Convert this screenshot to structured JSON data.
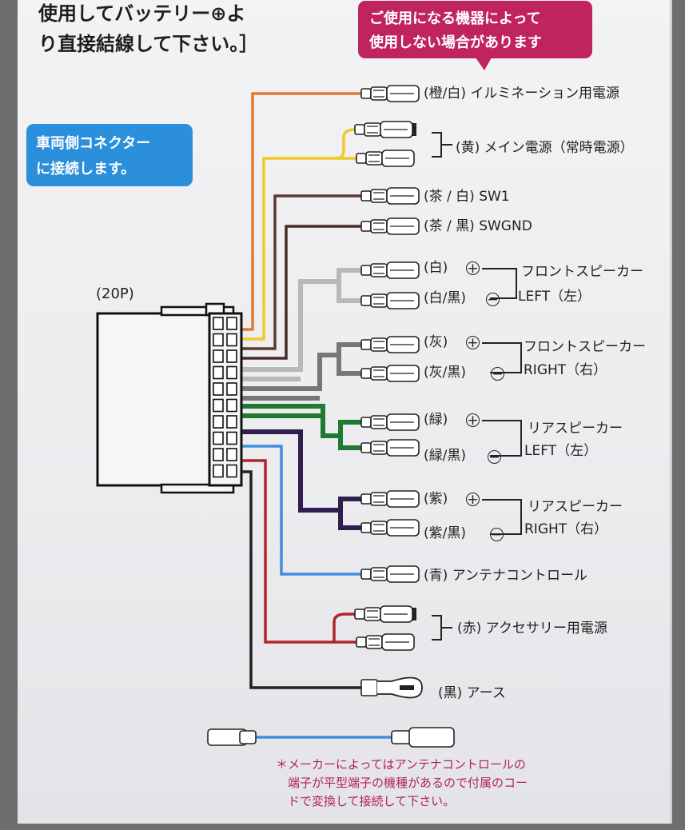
{
  "header": {
    "line1": "使用してバッテリー⊕よ",
    "line2": "り直接結線して下さい。］"
  },
  "callout_pink": {
    "line1": "ご使用になる機器によって",
    "line2": "使用しない場合があります",
    "color": "#c0245e"
  },
  "callout_blue": {
    "line1": "車両側コネクター",
    "line2": "に接続します。",
    "color": "#2b8fdc"
  },
  "connector_label": "(20P)",
  "wires": [
    {
      "id": "illumination",
      "label": "(橙/白) イルミネーション用電源",
      "color": "#e07a2e"
    },
    {
      "id": "main-power",
      "label": "(黄) メイン電源（常時電源）",
      "color": "#f0c929"
    },
    {
      "id": "sw1",
      "label": "(茶 / 白) SW1",
      "color": "#5a3a32"
    },
    {
      "id": "swgnd",
      "label": "(茶 / 黒) SWGND",
      "color": "#4a2c26"
    },
    {
      "id": "front-left-pos",
      "label": "(白)",
      "color": "#b8b8b8"
    },
    {
      "id": "front-left-neg",
      "label": "(白/黒)",
      "color": "#b8b8b8"
    },
    {
      "id": "front-right-pos",
      "label": "(灰)",
      "color": "#777777"
    },
    {
      "id": "front-right-neg",
      "label": "(灰/黒)",
      "color": "#777777"
    },
    {
      "id": "rear-left-pos",
      "label": "(緑)",
      "color": "#1f7a32"
    },
    {
      "id": "rear-left-neg",
      "label": "(緑/黒)",
      "color": "#1f7a32"
    },
    {
      "id": "rear-right-pos",
      "label": "(紫)",
      "color": "#2e1f4e"
    },
    {
      "id": "rear-right-neg",
      "label": "(紫/黒)",
      "color": "#2e1f4e"
    },
    {
      "id": "antenna",
      "label": "(青) アンテナコントロール",
      "color": "#3f8ede"
    },
    {
      "id": "accessory",
      "label": "(赤) アクセサリー用電源",
      "color": "#b3252a"
    },
    {
      "id": "ground",
      "label": "(黒) アース",
      "color": "#222222"
    }
  ],
  "speaker_groups": [
    {
      "id": "front-left",
      "line1": "フロントスピーカー",
      "line2": "LEFT（左）"
    },
    {
      "id": "front-right",
      "line1": "フロントスピーカー",
      "line2": "RIGHT（右）"
    },
    {
      "id": "rear-left",
      "line1": "リアスピーカー",
      "line2": "LEFT（左）"
    },
    {
      "id": "rear-right",
      "line1": "リアスピーカー",
      "line2": "RIGHT（右）"
    }
  ],
  "polarity": {
    "plus": "+",
    "minus": "−"
  },
  "footnote": {
    "line1": "＊メーカーによってはアンテナコントロールの",
    "line2": "端子が平型端子の機種があるので付属のコー",
    "line3": "ドで変換して接続して下さい。"
  }
}
